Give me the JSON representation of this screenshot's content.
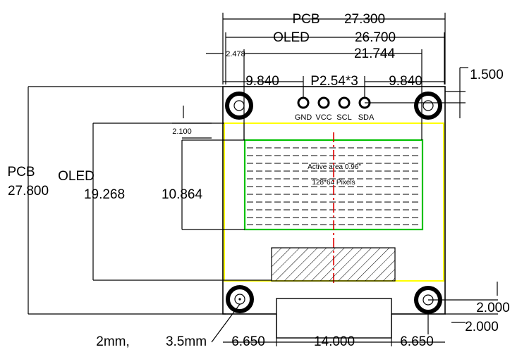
{
  "colors": {
    "outline": "#000000",
    "display_border": "#ffff00",
    "active_border": "#00c000",
    "center_line": "#e00000",
    "background": "#ffffff"
  },
  "header": {
    "pcb_label": "PCB",
    "pcb_width": "27.300",
    "oled_label": "OLED",
    "oled_width": "26.700",
    "active_width": "21.744",
    "offset_left": "2.478"
  },
  "pins": {
    "left_margin": "9.840",
    "pitch": "P2.54*3",
    "right_margin": "9.840",
    "hole_offset": "1.500",
    "names": [
      "GND",
      "VCC",
      "SCL",
      "SDA"
    ]
  },
  "left_dims": {
    "pcb_label": "PCB",
    "pcb_height": "27.800",
    "oled_label": "OLED",
    "oled_height": "19.268",
    "active_height": "10.864",
    "top_gap": "2.100"
  },
  "active_area": {
    "line1": "Active area 0.96\"",
    "line2": "128*64 Pixels"
  },
  "bottom": {
    "hole_note_a": "2mm,",
    "hole_note_b": "3.5mm",
    "left_offset": "6.650",
    "center_width": "14.000",
    "right_offset": "6.650",
    "right_dim_a": "2.000",
    "right_dim_b": "2.000"
  }
}
